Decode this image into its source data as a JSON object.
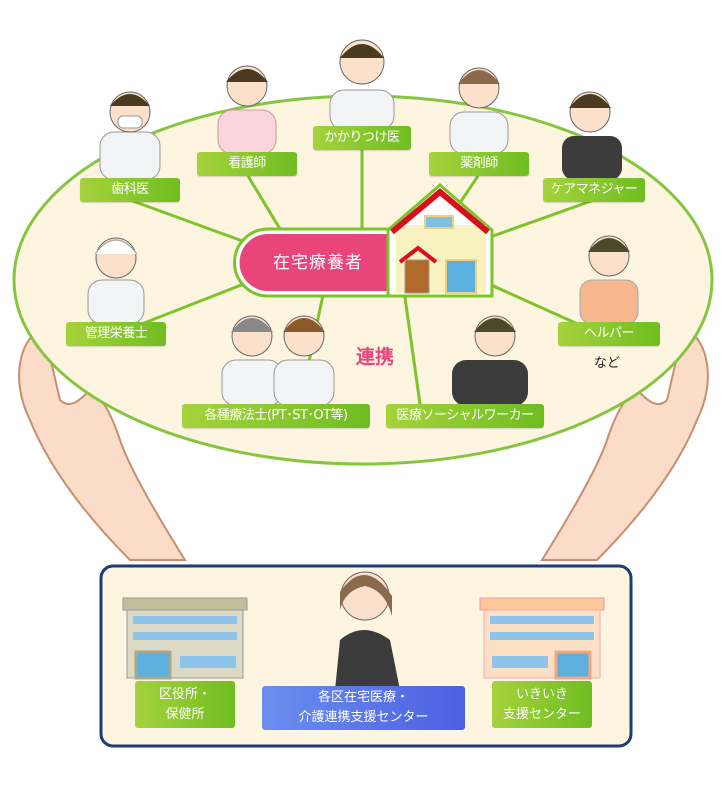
{
  "patient": "在宅療養者",
  "collaboration": "連携",
  "etc": "など",
  "professionals": [
    {
      "id": "dentist",
      "label": "歯科医"
    },
    {
      "id": "nurse",
      "label": "看護師"
    },
    {
      "id": "family-doctor",
      "label": "かかりつけ医"
    },
    {
      "id": "pharmacist",
      "label": "薬剤師"
    },
    {
      "id": "care-manager",
      "label": "ケアマネジャー"
    },
    {
      "id": "dietitian",
      "label": "管理栄養士"
    },
    {
      "id": "therapists",
      "label": "各種療法士(PT･ST･OT等)"
    },
    {
      "id": "social-worker",
      "label": "医療ソーシャルワーカー"
    },
    {
      "id": "helper",
      "label": "ヘルパー"
    }
  ],
  "support": {
    "ward_office": [
      "区役所・",
      "保健所"
    ],
    "center": [
      "各区在宅医療・",
      "介護連携支援センター"
    ],
    "ikiiki": [
      "いきいき",
      "支援センター"
    ]
  },
  "colors": {
    "green": "#7dc42a",
    "pink": "#e8457a",
    "navy": "#1e3a78",
    "cream": "#fef5e0",
    "blue": "#5a72e6"
  }
}
